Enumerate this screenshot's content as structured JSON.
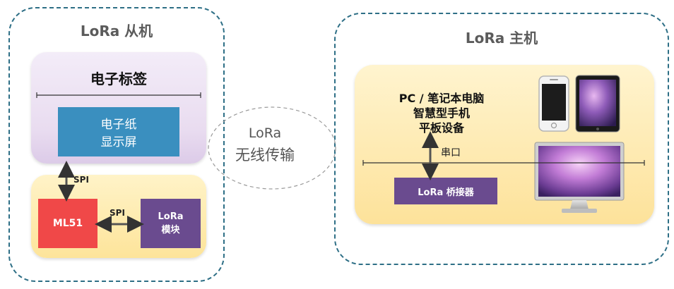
{
  "slave": {
    "title": "LoRa 从机",
    "tag_panel": {
      "title": "电子标签"
    },
    "epaper": {
      "line1": "电子纸",
      "line2": "显示屏"
    },
    "spi_vertical": "SPI",
    "mcu": {
      "label": "ML51"
    },
    "spi_horizontal": "SPI",
    "lora_module": {
      "line1": "LoRa",
      "line2": "模块"
    }
  },
  "wireless": {
    "line1": "LoRa",
    "line2": "无线传输"
  },
  "master": {
    "title": "LoRa 主机",
    "devices": {
      "line1": "PC / 笔记本电脑",
      "line2": "智慧型手机",
      "line3": "平板设备"
    },
    "serial": "串口",
    "bridge": {
      "label": "LoRa 桥接器"
    }
  },
  "colors": {
    "group_border": "#2e6f86",
    "tag_panel": "#ece1f2",
    "board_panel": "#fde9a6",
    "epaper": "#3a8fbf",
    "mcu": "#f04848",
    "lora_module": "#6a4b8f",
    "bridge": "#6a4b8f"
  }
}
